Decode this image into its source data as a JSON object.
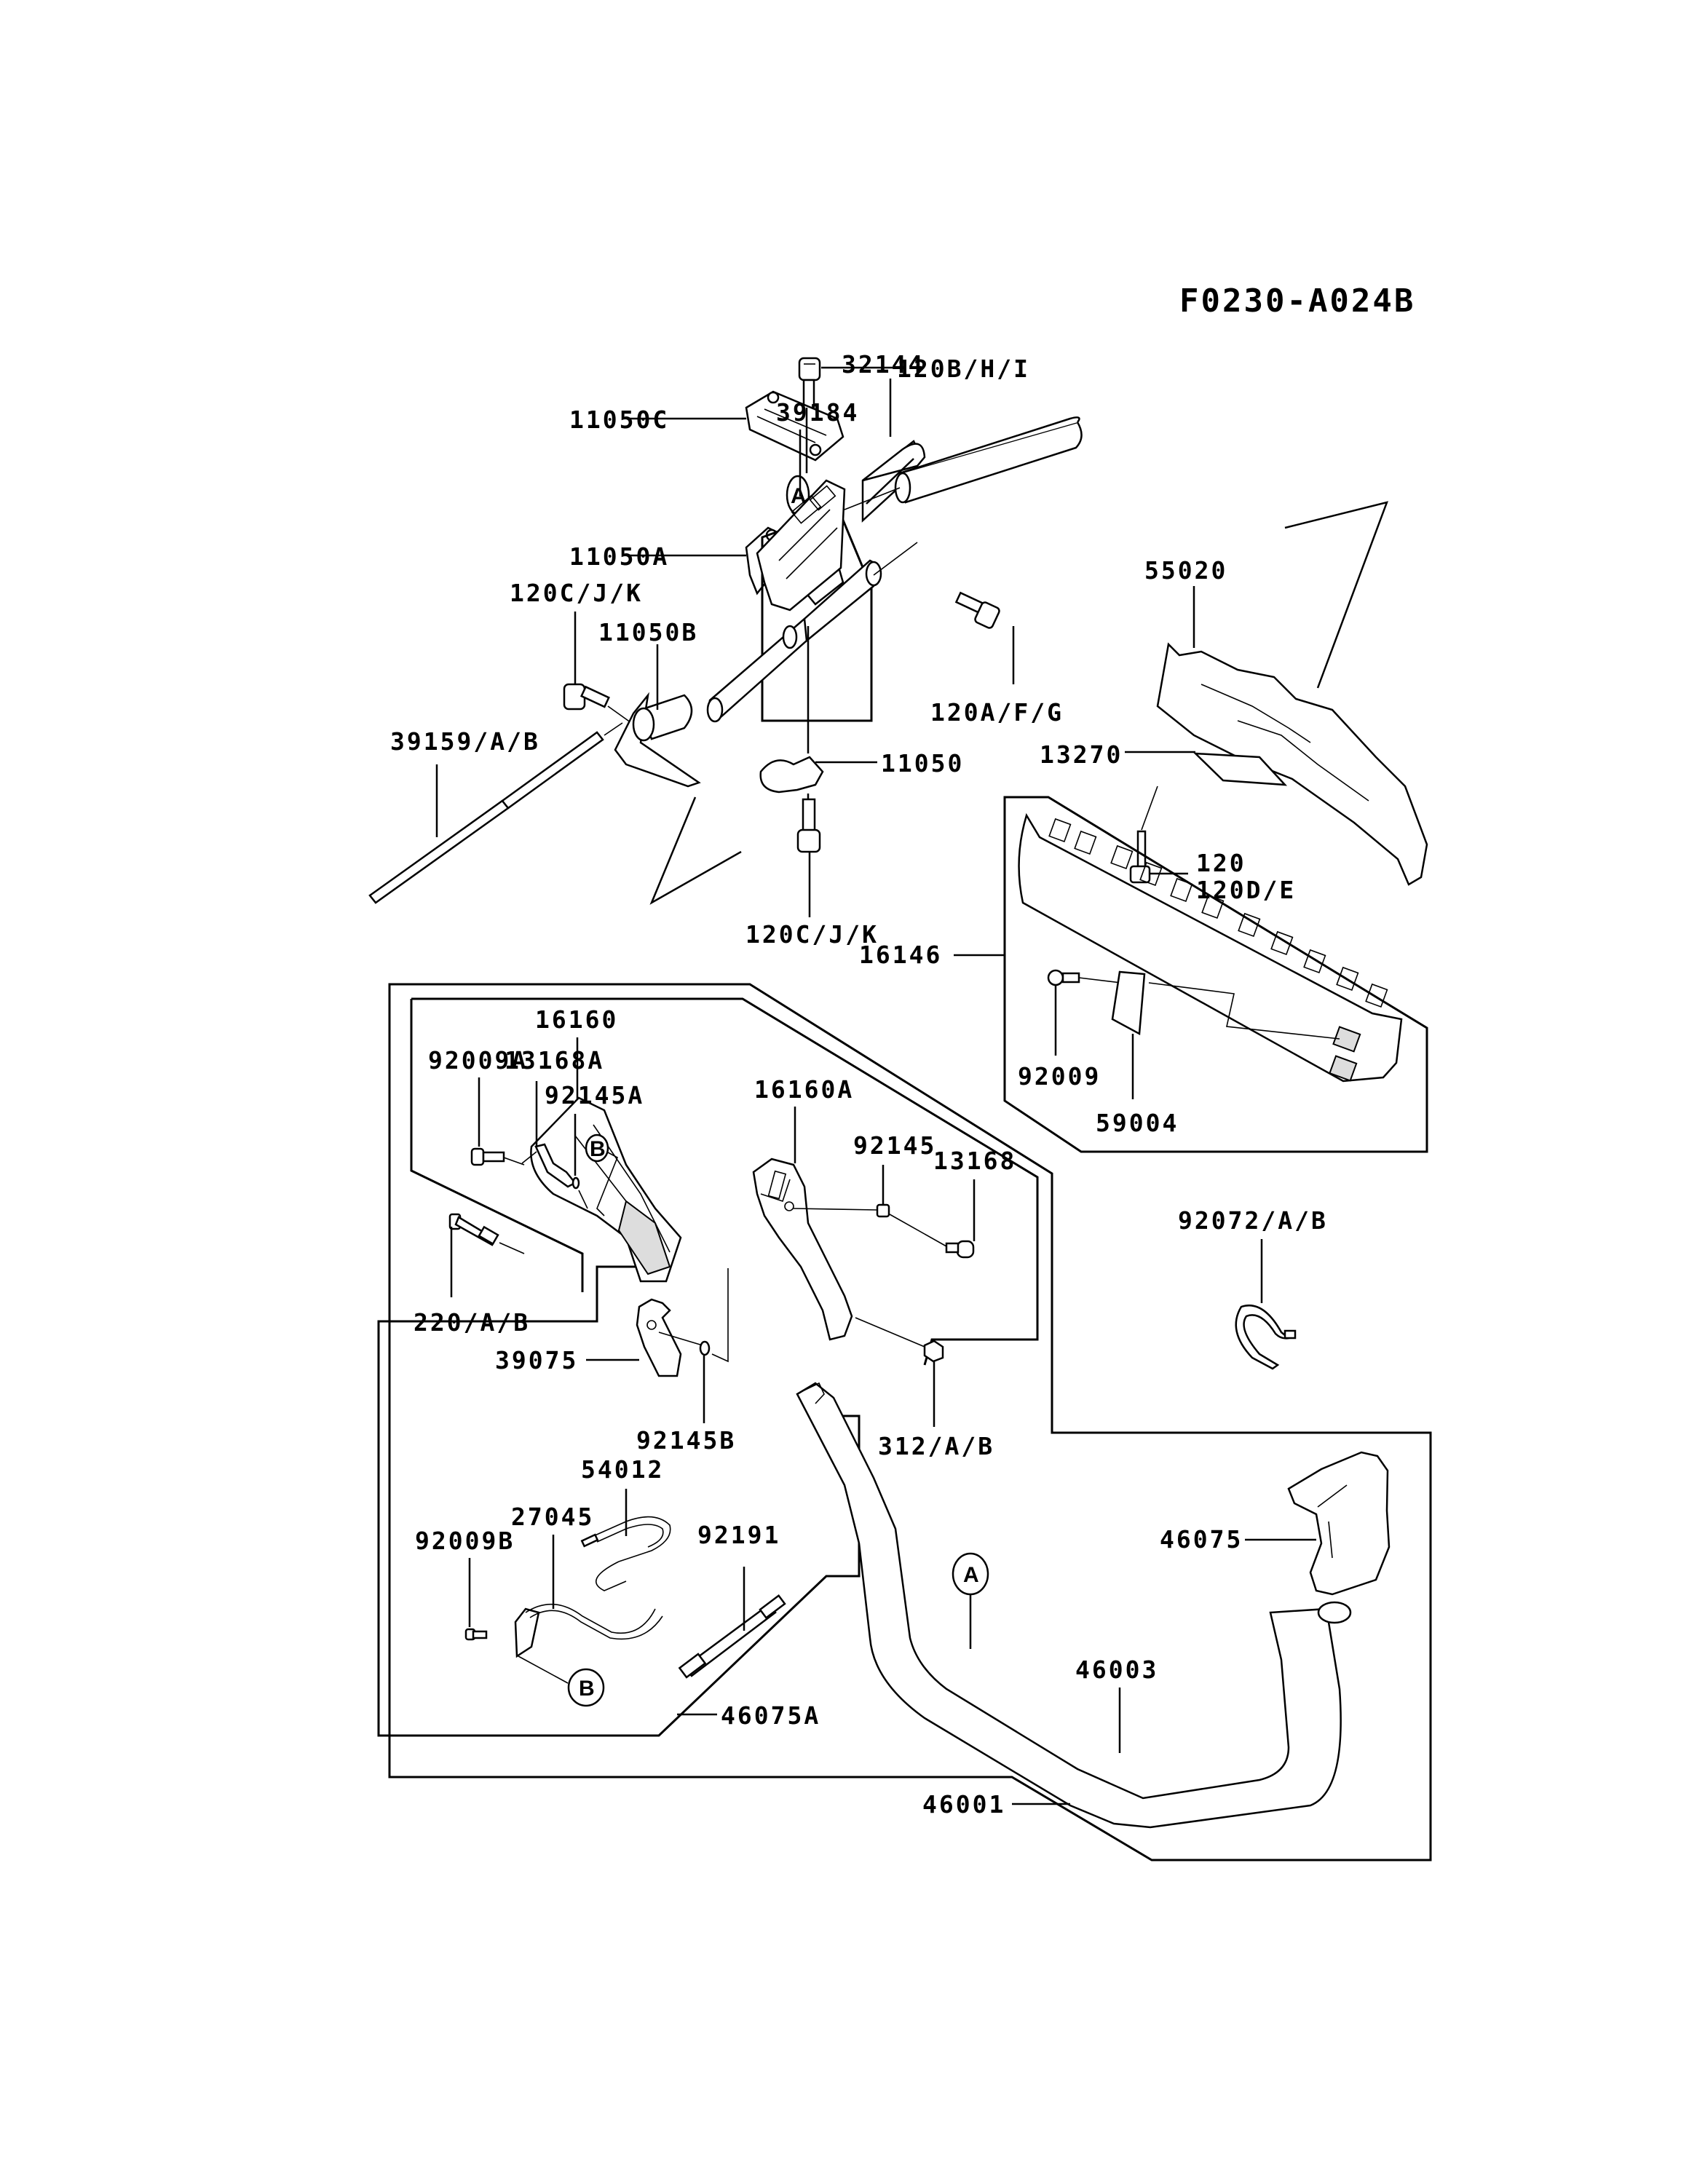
{
  "diagram_id": "F0230-A024B",
  "reference_markers": {
    "a": "A",
    "b": "B"
  },
  "parts": {
    "p120bhi": "120B/H/I",
    "p32144": "32144",
    "p39184": "39184",
    "p11050c": "11050C",
    "p11050a": "11050A",
    "p120cjk_top": "120C/J/K",
    "p11050b": "11050B",
    "p120afg": "120A/F/G",
    "p55020": "55020",
    "p39159": "39159/A/B",
    "p11050": "11050",
    "p13270": "13270",
    "p120": "120",
    "p120de": "120D/E",
    "p120cjk_bottom": "120C/J/K",
    "p16146": "16146",
    "p16160": "16160",
    "p92009a": "92009A",
    "p13168a": "13168A",
    "p92145a": "92145A",
    "p16160a": "16160A",
    "p92009": "92009",
    "p59004": "59004",
    "p92145": "92145",
    "p13168": "13168",
    "p92072": "92072/A/B",
    "p220": "220/A/B",
    "p39075": "39075",
    "p92145b": "92145B",
    "p312": "312/A/B",
    "p54012": "54012",
    "p27045": "27045",
    "p92191": "92191",
    "p92009b": "92009B",
    "p46075": "46075",
    "p46003": "46003",
    "p46075a": "46075A",
    "p46001": "46001"
  }
}
